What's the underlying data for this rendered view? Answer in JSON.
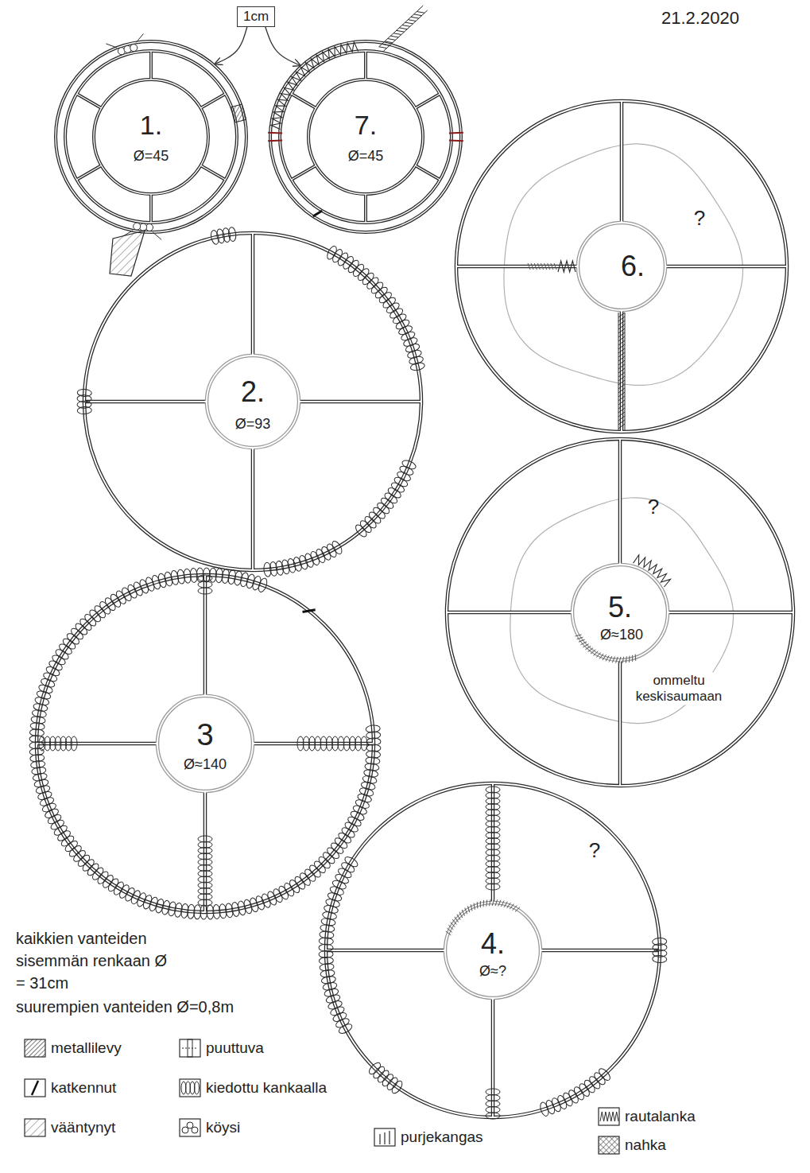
{
  "diagram": {
    "nodes": [
      {
        "text": [
          "1cm"
        ]
      },
      {
        "text": [
          "1.",
          "Ø=45"
        ]
      },
      {
        "text": [
          "7.",
          "Ø=45"
        ]
      },
      {
        "text": [
          "6.",
          "?"
        ]
      },
      {
        "text": [
          "2.",
          "Ø=93"
        ]
      },
      {
        "text": [
          "5.",
          "Ø≈180",
          "?",
          "ommeltu keskisaumaan"
        ]
      },
      {
        "text": [
          "3",
          "Ø≈140"
        ]
      },
      {
        "text": [
          "4.",
          "Ø≈?",
          "?"
        ]
      }
    ],
    "edges": [
      {
        "from": 0,
        "to": 1,
        "arrow": "to"
      },
      {
        "from": 0,
        "to": 2,
        "arrow": "to"
      }
    ],
    "labels": [
      "21.2.2020",
      "kaikkien vanteiden sisemmän renkaan Ø = 31cm",
      "suurempien vanteiden Ø=0,8m"
    ],
    "legend": [
      {
        "text": "metallilevy"
      },
      {
        "text": "puuttuva"
      },
      {
        "text": "katkennut"
      },
      {
        "text": "kiedottu kankaalla"
      },
      {
        "text": "vääntynyt"
      },
      {
        "text": "köysi"
      },
      {
        "text": "purjekangas"
      },
      {
        "text": "rautalanka"
      },
      {
        "text": "nahka"
      }
    ]
  }
}
